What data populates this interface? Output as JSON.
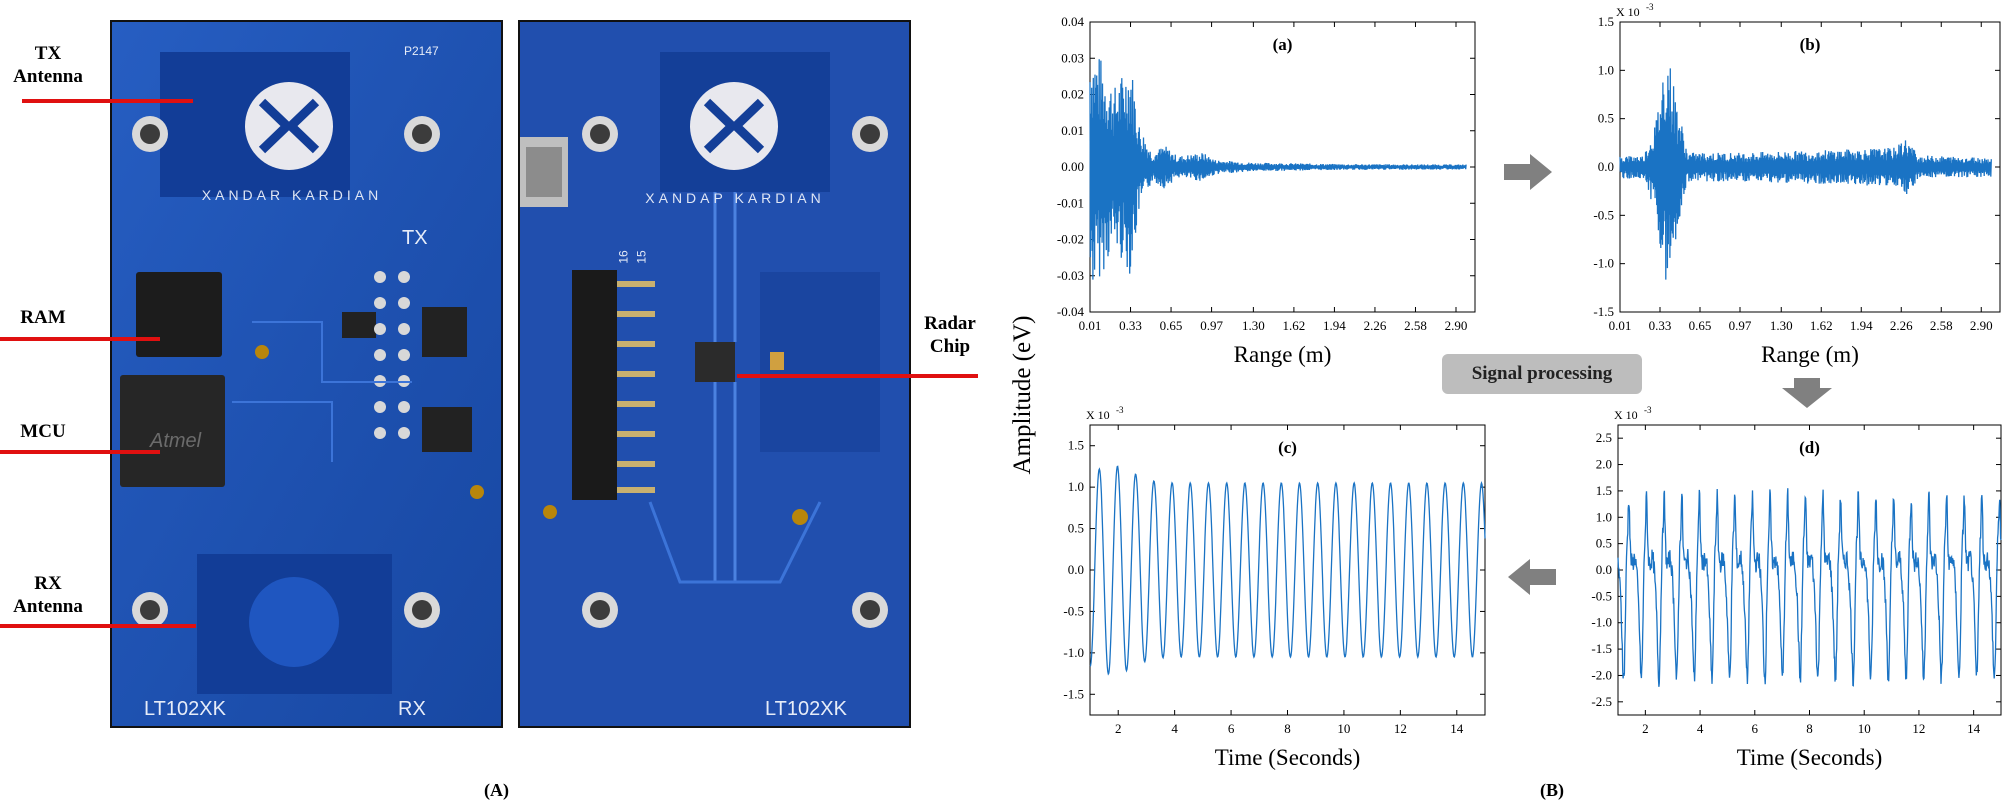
{
  "panel_a": {
    "caption": "(A)",
    "labels": {
      "tx_line1": "TX",
      "tx_line2": "Antenna",
      "ram": "RAM",
      "mcu": "MCU",
      "rx_line1": "RX",
      "rx_line2": "Antenna",
      "radar_line1": "Radar",
      "radar_line2": "Chip"
    },
    "board_text": {
      "brand": "XANDAR KARDIAN",
      "brand_right": "XANDAP KARDIAN",
      "tx": "TX",
      "rx": "RX",
      "model_left": "LT102XK",
      "model_right": "LT102XK",
      "chip_mark": "Atmel",
      "part_code": "P2147",
      "pin_15": "15",
      "pin_16": "16"
    },
    "colors": {
      "board": "#1f4fb0",
      "board_dark": "#123a8c",
      "pointer": "#e01010"
    }
  },
  "panel_b": {
    "caption": "(B)",
    "shared_ylabel": "Amplitude (eV)",
    "process_label": "Signal processing",
    "colors": {
      "trace": "#1a73c4",
      "arrow": "#808080",
      "box": "#bdbdbd"
    }
  },
  "chart_data": [
    {
      "id": "a",
      "type": "line",
      "panel_label": "(a)",
      "xlabel": "Range (m)",
      "ylabel": "",
      "x_ticks": [
        "0.01",
        "0.33",
        "0.65",
        "0.97",
        "1.30",
        "1.62",
        "1.94",
        "2.26",
        "2.58",
        "2.90"
      ],
      "y_ticks": [
        "0.04",
        "0.03",
        "0.02",
        "0.01",
        "0.00",
        "-0.01",
        "-0.02",
        "-0.03",
        "-0.04"
      ],
      "ylim": [
        -0.04,
        0.04
      ],
      "xlim": [
        0.01,
        3.05
      ],
      "scale_note": "",
      "envelope": [
        [
          0.01,
          0.035
        ],
        [
          0.1,
          0.03
        ],
        [
          0.2,
          0.022
        ],
        [
          0.33,
          0.03
        ],
        [
          0.4,
          0.012
        ],
        [
          0.5,
          0.004
        ],
        [
          0.6,
          0.006
        ],
        [
          0.7,
          0.003
        ],
        [
          0.9,
          0.004
        ],
        [
          1.0,
          0.002
        ],
        [
          1.3,
          0.0012
        ],
        [
          2.0,
          0.0008
        ],
        [
          2.9,
          0.0007
        ]
      ]
    },
    {
      "id": "b",
      "type": "line",
      "panel_label": "(b)",
      "xlabel": "Range (m)",
      "ylabel": "",
      "x_ticks": [
        "0.01",
        "0.33",
        "0.65",
        "0.97",
        "1.30",
        "1.62",
        "1.94",
        "2.26",
        "2.58",
        "2.90"
      ],
      "y_ticks": [
        "1.5",
        "1.0",
        "0.5",
        "0.0",
        "-0.5",
        "-1.0",
        "-1.5"
      ],
      "ylim": [
        -1.5,
        1.5
      ],
      "xlim": [
        0.01,
        3.05
      ],
      "scale_note": "X 10",
      "scale_exp": "-3",
      "envelope": [
        [
          0.01,
          0.12
        ],
        [
          0.2,
          0.12
        ],
        [
          0.3,
          0.5
        ],
        [
          0.38,
          1.3
        ],
        [
          0.45,
          0.8
        ],
        [
          0.55,
          0.15
        ],
        [
          1.0,
          0.15
        ],
        [
          2.2,
          0.2
        ],
        [
          2.3,
          0.3
        ],
        [
          2.4,
          0.12
        ],
        [
          2.95,
          0.1
        ]
      ]
    },
    {
      "id": "c",
      "type": "line",
      "panel_label": "(c)",
      "xlabel": "Time (Seconds)",
      "ylabel": "",
      "x_ticks": [
        "2",
        "4",
        "6",
        "8",
        "10",
        "12",
        "14"
      ],
      "x_tick_values": [
        2,
        4,
        6,
        8,
        10,
        12,
        14
      ],
      "y_ticks": [
        "1.5",
        "1.0",
        "0.5",
        "0.0",
        "-0.5",
        "-1.0",
        "-1.5"
      ],
      "ylim": [
        -1.75,
        1.75
      ],
      "xlim": [
        1,
        15
      ],
      "scale_note": "X 10",
      "scale_exp": "-3",
      "frequency": 1.55,
      "amplitude": 1.05
    },
    {
      "id": "d",
      "type": "line",
      "panel_label": "(d)",
      "xlabel": "Time (Seconds)",
      "ylabel": "",
      "x_ticks": [
        "2",
        "4",
        "6",
        "8",
        "10",
        "12",
        "14"
      ],
      "x_tick_values": [
        2,
        4,
        6,
        8,
        10,
        12,
        14
      ],
      "y_ticks": [
        "2.5",
        "2.0",
        "1.5",
        "1.0",
        "0.5",
        "0.0",
        "-0.5",
        "-1.0",
        "-1.5",
        "-2.0",
        "-2.5"
      ],
      "ylim": [
        -2.75,
        2.75
      ],
      "xlim": [
        1,
        15
      ],
      "scale_note": "X 10",
      "scale_exp": "-3",
      "frequency": 1.55
    }
  ]
}
